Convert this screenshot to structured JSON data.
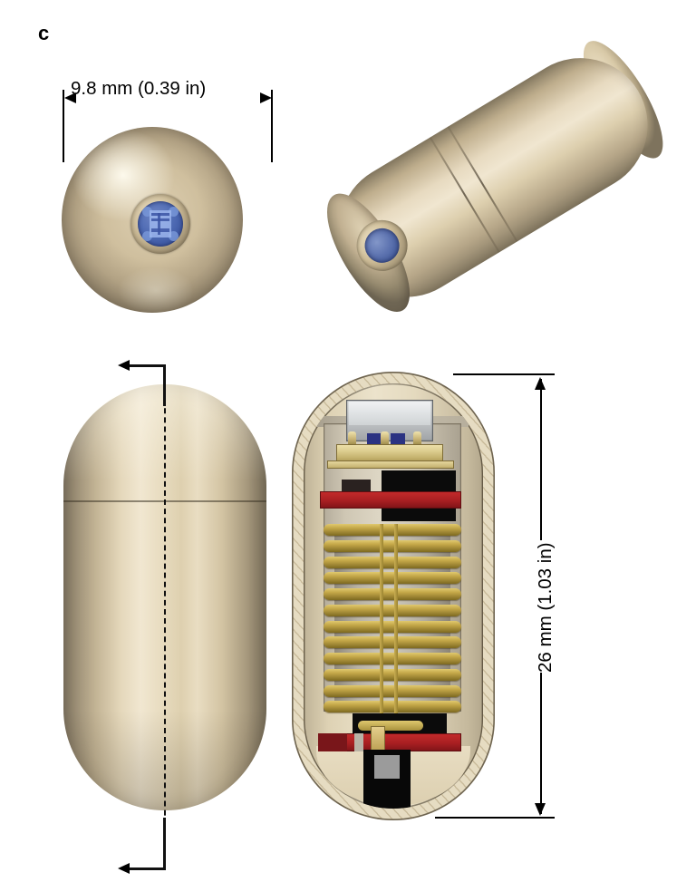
{
  "figure": {
    "panel_label": "c",
    "subject": "ingestible-capsule-device-engineering-drawing",
    "background_color": "#ffffff"
  },
  "annotations": {
    "width_dimension": "9.8 mm (0.39 in)",
    "height_dimension": "26 mm (1.03 in)"
  },
  "views": {
    "end_on": {
      "name": "end-on view",
      "lens_label": "camera-lens-window"
    },
    "perspective": {
      "name": "3d perspective view"
    },
    "side": {
      "name": "side elevation view",
      "section_marker": "section-cut-arrows"
    },
    "cutaway": {
      "name": "cross-section cutaway view"
    }
  },
  "components": {
    "optical_module": "optical-camera-module",
    "gold_connector": "gold-connector-plate",
    "pcb_top": "red-pcb-upper",
    "coil": "gold-wire-coil",
    "pcb_bottom": "red-pcb-lower",
    "battery": "black-battery-block",
    "shell": "capsule-shell"
  },
  "colors": {
    "shell_light": "#e8dcc4",
    "shell_dark": "#8a7d68",
    "shell_mid": "#cfbf9e",
    "lens_blue": "#4f6bb4",
    "coil_gold": "#c4a748",
    "pcb_red": "#a81f22",
    "component_black": "#0b0b0b",
    "metal_gray": "#c6c9cb",
    "line_black": "#000000"
  },
  "coil_turns": 12
}
